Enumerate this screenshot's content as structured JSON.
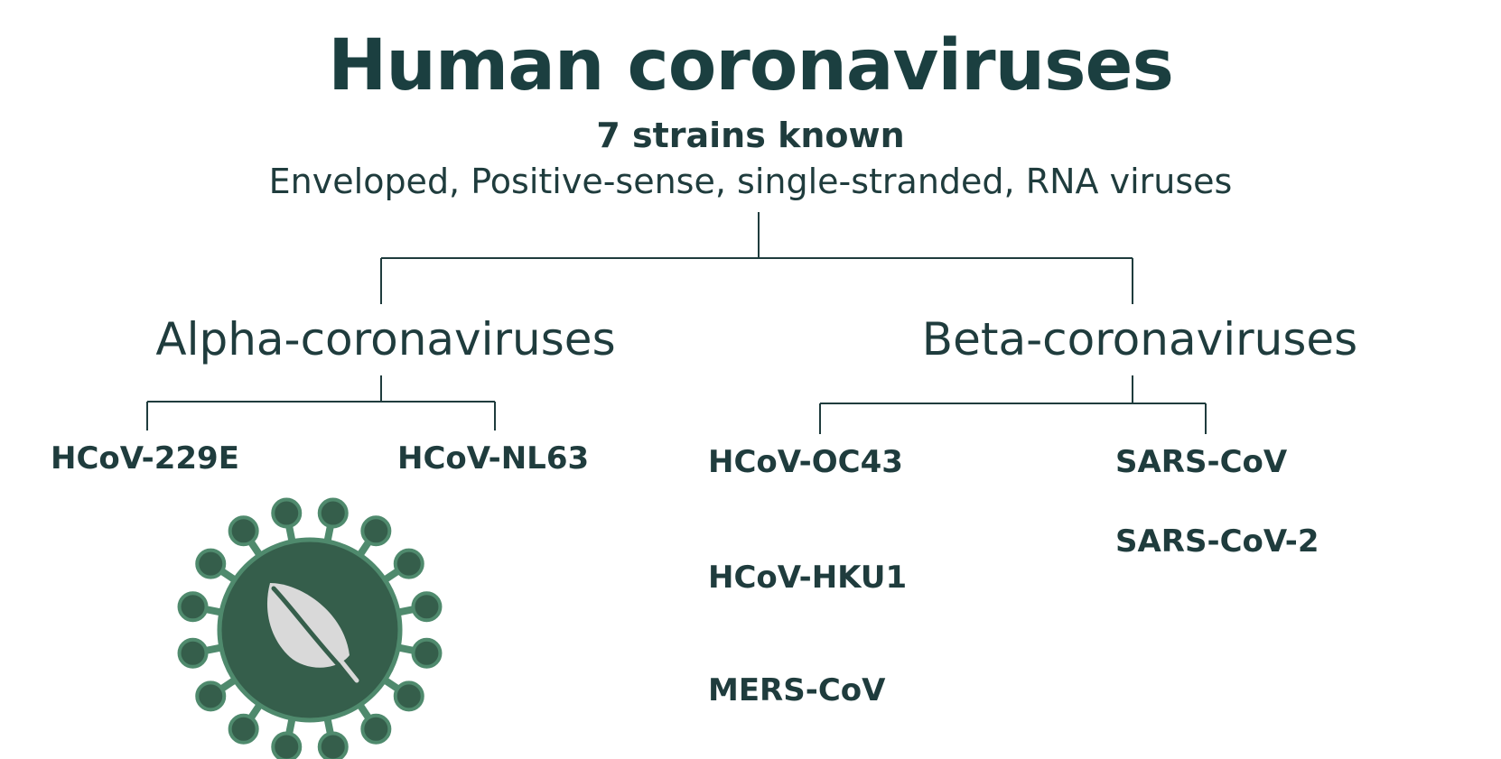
{
  "title": "Human coronaviruses",
  "subtitle": "7 strains known",
  "description": "Enveloped, Positive-sense, single-stranded, RNA viruses",
  "groups": {
    "alpha": {
      "label": "Alpha-coronaviruses",
      "strains": [
        "HCoV-229E",
        "HCoV-NL63"
      ]
    },
    "beta": {
      "label": "Beta-coronaviruses",
      "strains": [
        "HCoV-OC43",
        "HCoV-HKU1",
        "MERS-CoV",
        "SARS-CoV",
        "SARS-CoV-2"
      ]
    }
  },
  "colors": {
    "text": "#1f3c3d",
    "connector": "#1f3c3d",
    "virus_body": "#355e4b",
    "virus_spike": "#4f8a6d",
    "leaf": "#d9d9d9"
  },
  "icon": "virus-icon"
}
